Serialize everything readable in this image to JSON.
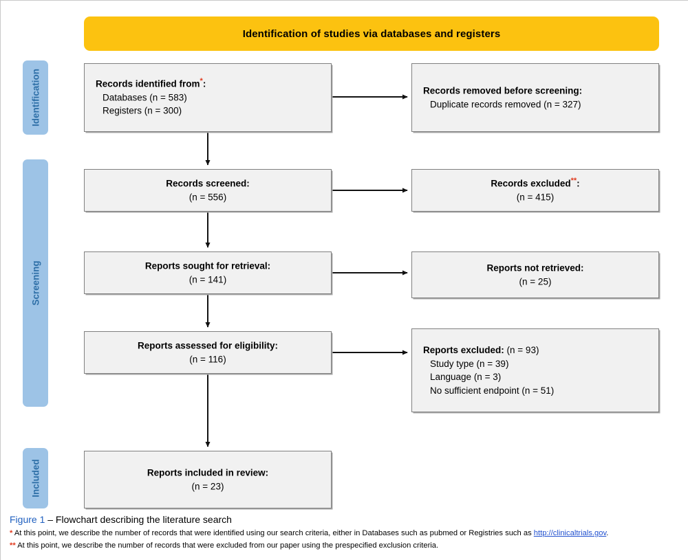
{
  "banner": {
    "title": "Identification of studies via databases and registers",
    "color": "#FCC210"
  },
  "bands": {
    "color": "#9DC3E6",
    "text_color": "#2E6FA7",
    "items": [
      {
        "label": "Identification"
      },
      {
        "label": "Screening"
      },
      {
        "label": "Included"
      }
    ]
  },
  "boxes": {
    "identified": {
      "title": "Records identified from",
      "mark": "*",
      "colon": ":",
      "lines": [
        "Databases (n = 583)",
        "Registers (n = 300)"
      ]
    },
    "removed": {
      "title": "Records removed before screening:",
      "lines": [
        "Duplicate records removed (n = 327)"
      ]
    },
    "screened": {
      "title": "Records screened:",
      "count": "(n = 556)"
    },
    "excluded": {
      "title": "Records excluded",
      "mark": "**",
      "colon": ":",
      "count": "(n = 415)"
    },
    "sought": {
      "title": "Reports sought for retrieval:",
      "count": "(n = 141)"
    },
    "not_retrieved": {
      "title": "Reports not retrieved:",
      "count": "(n = 25)"
    },
    "assessed": {
      "title": "Reports assessed for eligibility:",
      "count": "(n = 116)"
    },
    "reports_excluded": {
      "title": "Reports excluded:",
      "count": "(n = 93)",
      "lines": [
        "Study type (n = 39)",
        "Language (n = 3)",
        "No sufficient endpoint (n = 51)"
      ]
    },
    "included": {
      "title": "Reports included in review:",
      "count": "(n = 23)"
    }
  },
  "caption": {
    "figure": "Figure 1",
    "rest": " – Flowchart describing the literature search",
    "figure_color": "#1F5FBF"
  },
  "footnotes": [
    {
      "mark": "*",
      "text_before": " At this point, we describe the number of records that were identified using our search criteria, either in Databases such as pubmed or Registries such as ",
      "link": "http://clinicaltrials.gov",
      "text_after": "."
    },
    {
      "mark": "**",
      "text_before": " At this point, we describe the number of records that were excluded from our paper using the prespecified exclusion criteria.",
      "link": "",
      "text_after": ""
    }
  ]
}
